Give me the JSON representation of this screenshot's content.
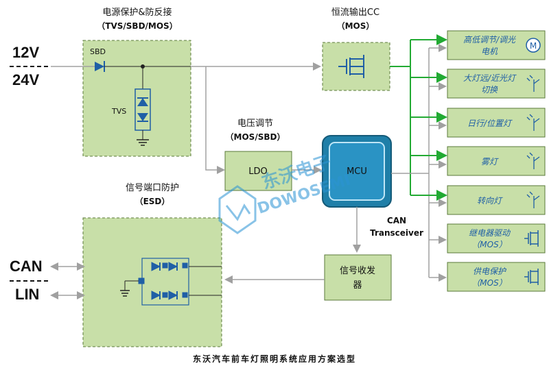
{
  "colors": {
    "block_fill": "#c8dfa8",
    "block_border": "#5a7a3a",
    "wire": "#a0a0a0",
    "green_bus": "#22aa33",
    "mcu_fill": "#1f7fa8",
    "icon_blue": "#1f5fa6"
  },
  "inputs": {
    "v12": "12V",
    "v24": "24V",
    "can": "CAN",
    "lin": "LIN"
  },
  "power_protection": {
    "title": "电源保护&防反接",
    "subtitle": "（TVS/SBD/MOS）",
    "sbd_label": "SBD",
    "tvs_label": "TVS"
  },
  "constant_current": {
    "title": "恒流输出CC",
    "subtitle": "（MOS）"
  },
  "voltage_regulation": {
    "title": "电压调节",
    "subtitle": "（MOS/SBD）",
    "ldo_label": "LDO"
  },
  "mcu": {
    "label": "MCU"
  },
  "signal_port": {
    "title": "信号端口防护",
    "subtitle": "（ESD）"
  },
  "transceiver": {
    "label_line1": "信号收发",
    "label_line2": "器",
    "can_label_line1": "CAN",
    "can_label_line2": "Transceiver"
  },
  "outputs": [
    {
      "line1": "高低调节/调光",
      "line2": "电机",
      "icon": "motor-icon",
      "icon_text": "M"
    },
    {
      "line1": "大灯远/近光灯",
      "line2": "切换",
      "icon": "lamp-switch-icon"
    },
    {
      "line1": "日行/位置灯",
      "line2": "",
      "icon": "lamp-switch-icon"
    },
    {
      "line1": "雾灯",
      "line2": "",
      "icon": "lamp-switch-icon"
    },
    {
      "line1": "转向灯",
      "line2": "",
      "icon": "lamp-switch-icon"
    },
    {
      "line1": "继电器驱动",
      "line2": "（MOS）",
      "icon": "mosfet-icon"
    },
    {
      "line1": "供电保护",
      "line2": "（MOS）",
      "icon": "mosfet-icon"
    }
  ],
  "watermark": {
    "cn": "东沃电子",
    "en": "DOWOSEMI"
  },
  "caption": "东沃汽车前车灯照明系统应用方案选型"
}
